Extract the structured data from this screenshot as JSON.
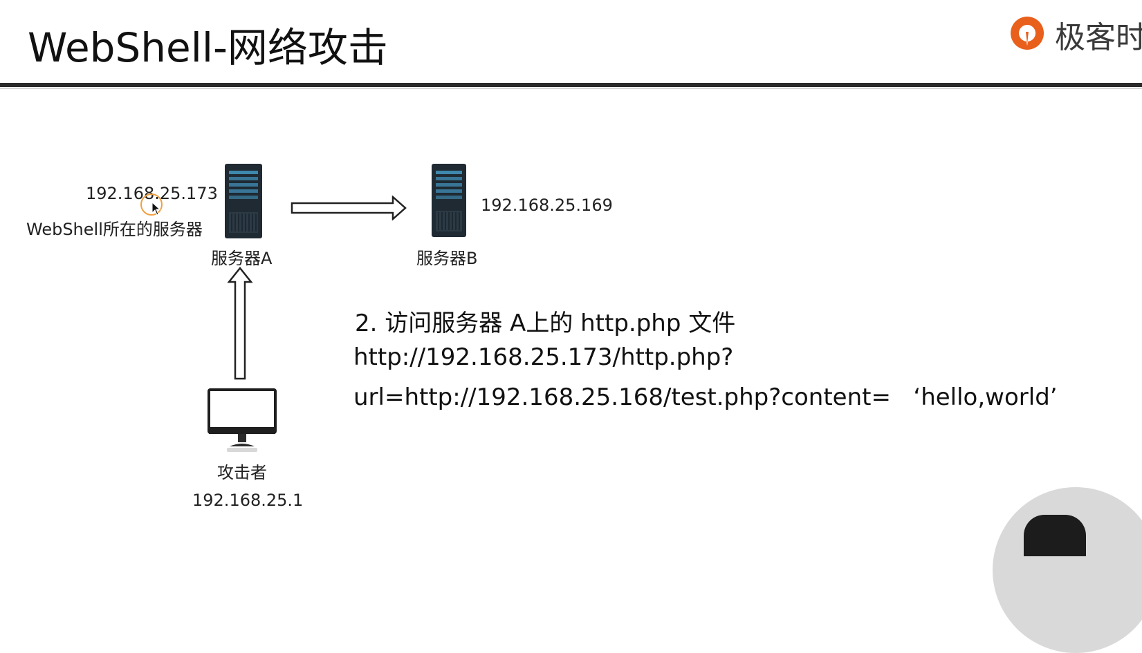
{
  "slide": {
    "title": "WebShell-网络攻击",
    "logo_text": "极客时"
  },
  "diagram": {
    "server_a": {
      "ip": "192.168.25.173",
      "description": "WebShell所在的服务器",
      "label": "服务器A"
    },
    "server_b": {
      "ip": "192.168.25.169",
      "label": "服务器B"
    },
    "attacker": {
      "label": "攻击者",
      "ip": "192.168.25.1"
    }
  },
  "steps": {
    "step_text": "2. 访问服务器 A上的 http.php 文件",
    "url_line1": "http://192.168.25.173/http.php?",
    "url_line2": "url=http://192.168.25.168/test.php?content=   ‘hello,world’"
  },
  "colors": {
    "server_body": "#1f2a33",
    "server_accent": "#4aa8d8",
    "logo_orange": "#e8601c",
    "title_rule": "#2b2b2b"
  }
}
